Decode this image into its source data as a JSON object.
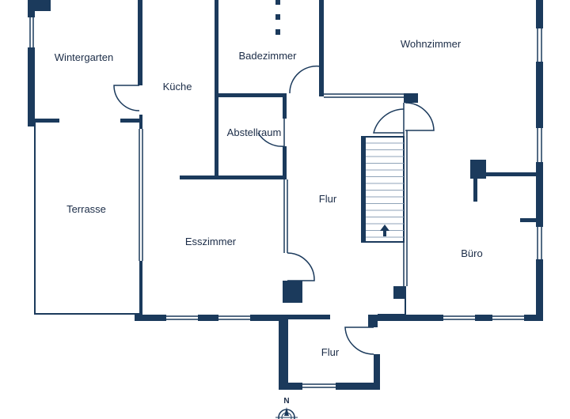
{
  "colors": {
    "wall": "#1b3a5c",
    "thin_line": "#1b3a5c",
    "window_line": "#8fa3b8",
    "text": "#1b2c47",
    "background": "#ffffff"
  },
  "rooms": {
    "wintergarten": "Wintergarten",
    "kueche": "Küche",
    "badezimmer": "Badezimmer",
    "wohnzimmer": "Wohnzimmer",
    "abstellraum": "Abstellraum",
    "flur_main": "Flur",
    "terrasse": "Terrasse",
    "esszimmer": "Esszimmer",
    "buero": "Büro",
    "flur_entry": "Flur"
  },
  "compass": {
    "north_label": "N",
    "icon": "compass-icon"
  },
  "stairs": {
    "icon": "arrow-up-icon"
  }
}
